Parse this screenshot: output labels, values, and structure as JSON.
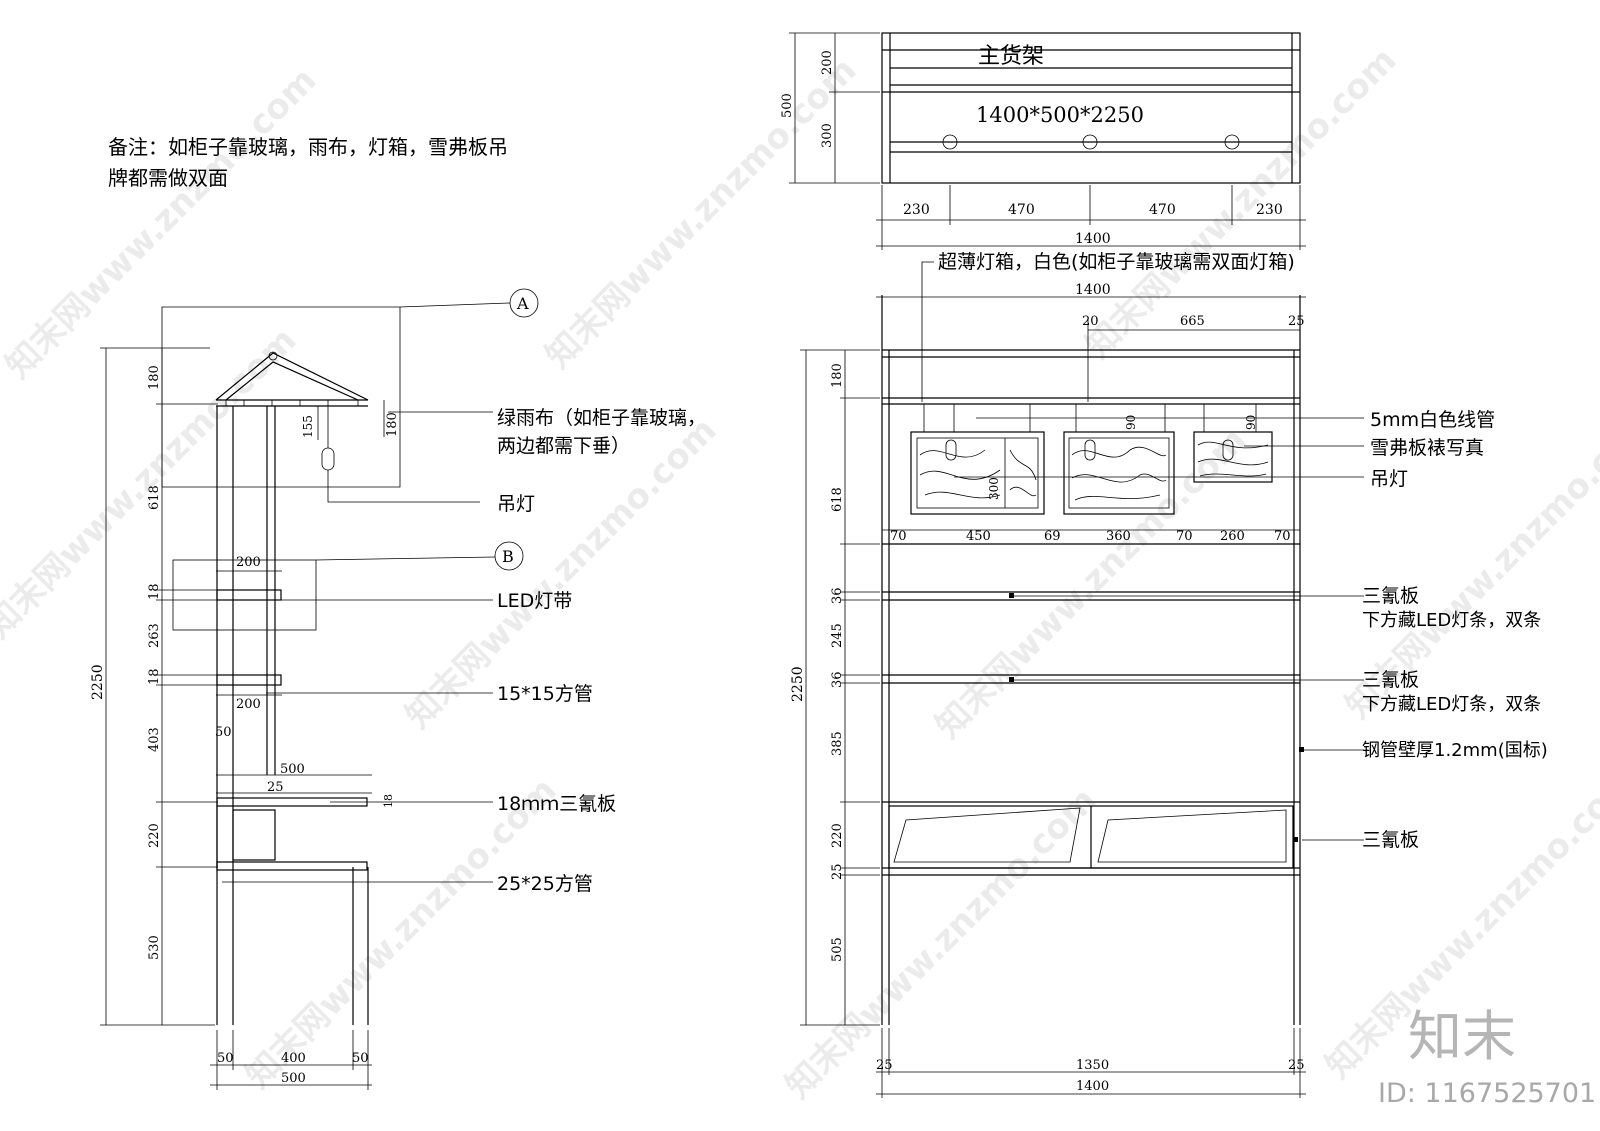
{
  "note": {
    "line1": "备注：如柜子靠玻璃，雨布，灯箱，雪弗板吊",
    "line2": "牌都需做双面"
  },
  "side_view": {
    "markers": [
      "A",
      "B"
    ],
    "callouts": {
      "rain_cloth_1": "绿雨布（如柜子靠玻璃，",
      "rain_cloth_2": "两边都需下垂）",
      "pendant": "吊灯",
      "led": "LED灯带",
      "tube15": "15*15方管",
      "board18": "18ｍｍ三氰板",
      "tube25": "25*25方管"
    },
    "dims": {
      "total": "2250",
      "v180": "180",
      "v618": "618",
      "v18a": "18",
      "v263": "263",
      "v18b": "18",
      "v403": "403",
      "v220": "220",
      "v530": "530",
      "h200a": "200",
      "h200b": "200",
      "h50": "50",
      "h500": "500",
      "h25": "25",
      "r180": "180",
      "r155": "155",
      "r18": "18",
      "b50a": "50",
      "b400": "400",
      "b50b": "50",
      "b500": "500"
    }
  },
  "plan_view": {
    "title": "主货架",
    "size": "1400*500*2250",
    "dims": {
      "v500": "500",
      "v200": "200",
      "v300": "300",
      "h230a": "230",
      "h470a": "470",
      "h470b": "470",
      "h230b": "230",
      "h1400": "1400"
    }
  },
  "front_view": {
    "top_callout": "超薄灯箱，白色(如柜子靠玻璃需双面灯箱)",
    "callouts": {
      "wire": "5mm白色线管",
      "photo": "雪弗板裱写真",
      "pendant": "吊灯",
      "shelf1_a": "三氰板",
      "shelf1_b": "下方藏LED灯条，双条",
      "shelf2_a": "三氰板",
      "shelf2_b": "下方藏LED灯条，双条",
      "steel": "钢管壁厚1.2mm(国标)",
      "board": "三氰板"
    },
    "dims": {
      "top1400": "1400",
      "t20": "20",
      "t665": "665",
      "t25": "25",
      "total": "2250",
      "v180": "180",
      "v618": "618",
      "v36a": "36",
      "v245": "245",
      "v36b": "36",
      "v385": "385",
      "v220": "220",
      "v25": "25",
      "v505": "505",
      "w70a": "70",
      "w450": "450",
      "w69": "69",
      "w360": "360",
      "w70b": "70",
      "w260": "260",
      "w70c": "70",
      "box300": "300",
      "box90a": "90",
      "box90b": "90",
      "b25a": "25",
      "b1350": "1350",
      "b25b": "25",
      "b1400": "1400"
    }
  },
  "branding": {
    "logo": "知末",
    "id": "ID: 1167525701",
    "watermark": "知末网www.znzmo.com"
  }
}
